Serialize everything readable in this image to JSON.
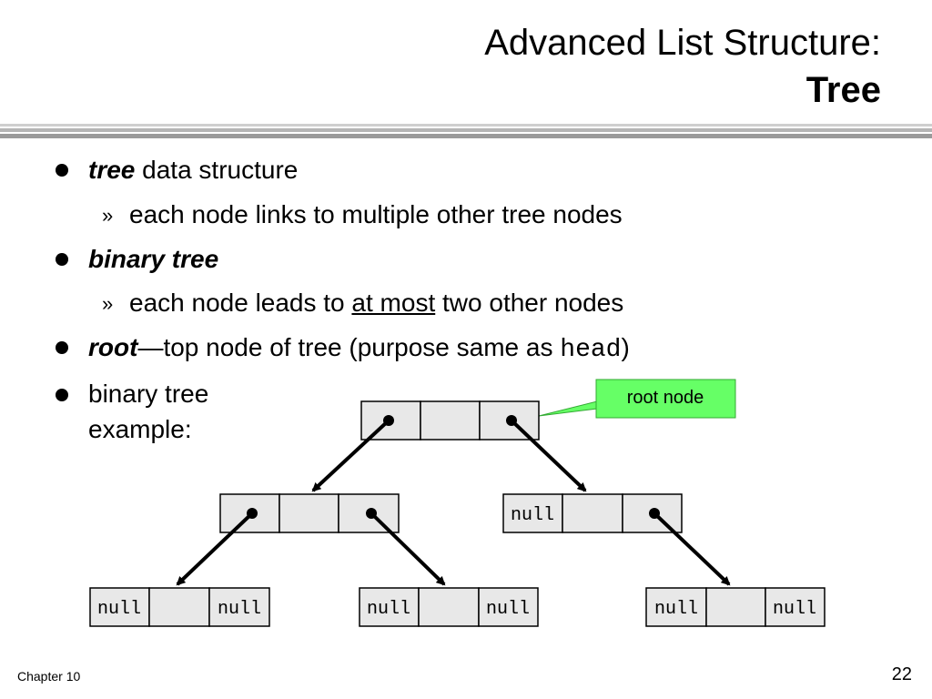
{
  "title": {
    "line1": "Advanced List Structure:",
    "line2": "Tree"
  },
  "bullets": {
    "b1": {
      "em": "tree",
      "rest": " data structure"
    },
    "b1_sub": "each node links to multiple other tree nodes",
    "b2": {
      "em": "binary tree"
    },
    "b2_sub": {
      "pre": "each node leads to ",
      "ul": "at most",
      "post": " two other nodes"
    },
    "b3": {
      "em": "root",
      "rest": "—top node of tree (purpose same as ",
      "code": "head",
      "close": ")"
    },
    "b4": {
      "line1": "binary tree",
      "line2": "example:"
    },
    "sub_marker": "»"
  },
  "diagram": {
    "callout": "root node",
    "null_text": "null",
    "callout_color": "#66ff66",
    "cell_color": "#e8e8e8"
  },
  "footer": {
    "chapter": "Chapter 10",
    "page": "22"
  }
}
